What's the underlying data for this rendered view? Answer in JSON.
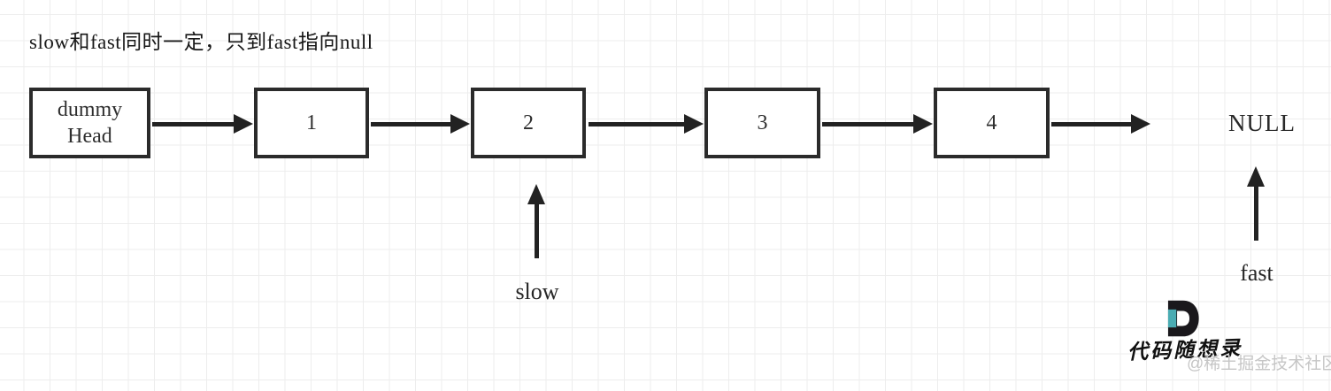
{
  "title": "slow和fast同时一定，只到fast指向null",
  "diagram": {
    "nodes": [
      {
        "label": "dummy\nHead"
      },
      {
        "label": "1"
      },
      {
        "label": "2"
      },
      {
        "label": "3"
      },
      {
        "label": "4"
      }
    ],
    "terminal_label": "NULL",
    "pointers": [
      {
        "label": "slow",
        "points_to": "2"
      },
      {
        "label": "fast",
        "points_to": "NULL"
      }
    ]
  },
  "watermark": {
    "brand_text": "代码随想录",
    "community_text": "@稀土掘金技术社区",
    "logo_letter": "D",
    "logo_black": "#1a181c",
    "logo_teal": "#4aacb3"
  },
  "colors": {
    "background": "#ffffff",
    "grid_line": "#ededed",
    "stroke": "#222222",
    "text": "#1e1e1e"
  }
}
